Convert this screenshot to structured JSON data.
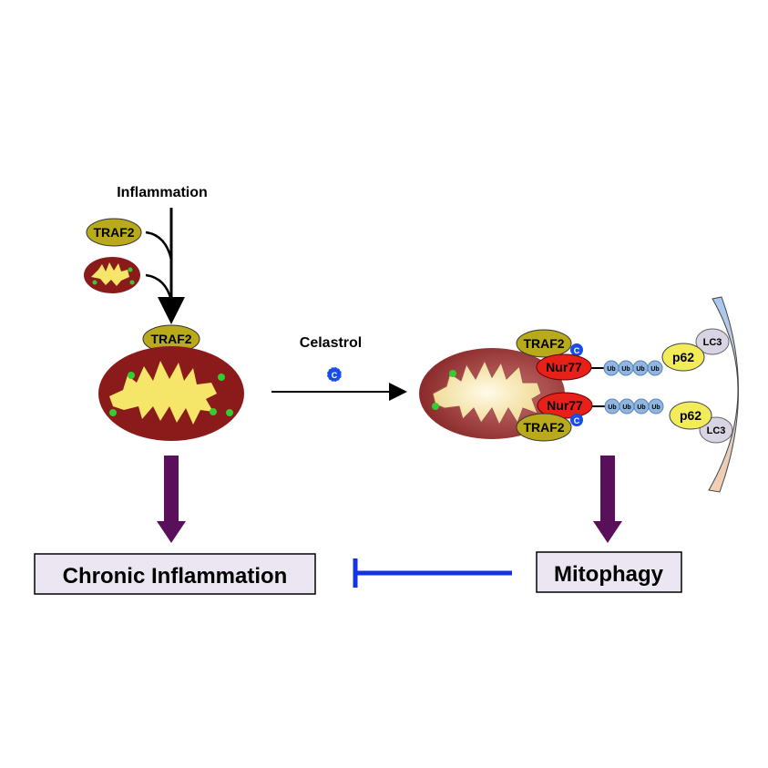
{
  "labels": {
    "inflammation": "Inflammation",
    "celastrol": "Celastrol",
    "chronic_inflammation": "Chronic Inflammation",
    "mitophagy": "Mitophagy"
  },
  "proteins": {
    "traf2": "TRAF2",
    "nur77": "Nur77",
    "ub": "Ub",
    "p62": "p62",
    "lc3": "LC3",
    "celastrol_symbol": "C"
  },
  "colors": {
    "mito_outer": "#8b1a1a",
    "mito_inner": "#f5e66a",
    "traf2": "#b8aa1a",
    "nur77": "#e8201a",
    "ub": "#8fb6e0",
    "p62": "#f3ec5a",
    "lc3": "#d8d4e4",
    "celastrol": "#1a4de8",
    "purple_arrow": "#5a0f5a",
    "inhibition": "#1433e6",
    "box_fill": "#ece6f2"
  }
}
